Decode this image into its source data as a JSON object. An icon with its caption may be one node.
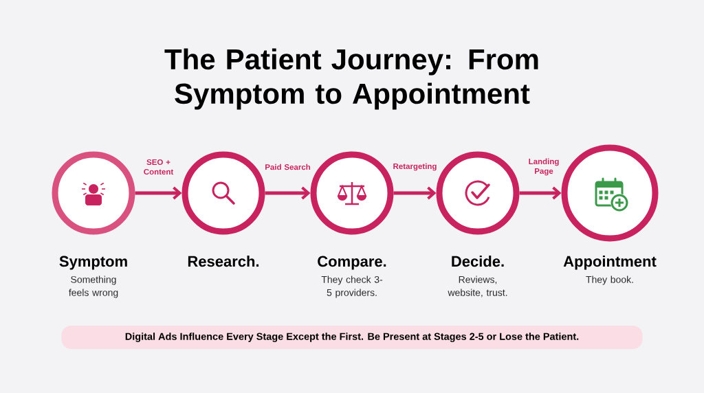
{
  "diagram": {
    "title": "The Patient Journey: From Symptom to Appointment",
    "nodes": [
      {
        "text": [
          "Symptom",
          "Something feels wrong"
        ]
      },
      {
        "text": [
          "Research."
        ]
      },
      {
        "text": [
          "Compare.",
          "They check 3-5 providers."
        ]
      },
      {
        "text": [
          "Decide.",
          "Reviews, website, trust."
        ]
      },
      {
        "text": [
          "Appointment",
          "They book."
        ]
      },
      {
        "text": [
          "Digital Ads Influence Every Stage Except the First. Be Present at Stages 2-5 or Lose the Patient."
        ]
      }
    ],
    "edges": [
      {
        "from": 0,
        "to": 1,
        "arrow": "to",
        "label": "SEO + Content"
      },
      {
        "from": 1,
        "to": 2,
        "arrow": "to",
        "label": "Paid Search"
      },
      {
        "from": 2,
        "to": 3,
        "arrow": "to",
        "label": "Retargeting"
      },
      {
        "from": 3,
        "to": 4,
        "arrow": "to",
        "label": "Landing Page"
      }
    ]
  }
}
